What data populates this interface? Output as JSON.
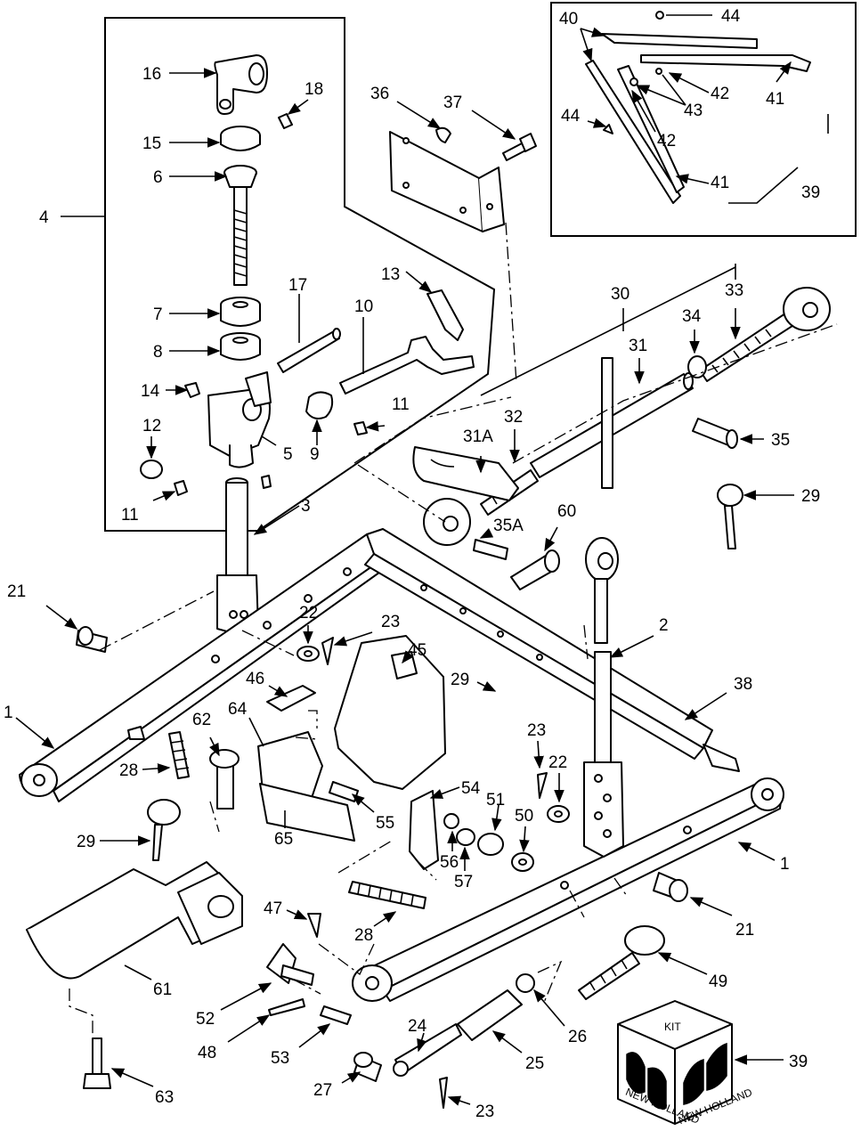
{
  "kit_box": {
    "kit_label": "KIT",
    "brand_left": "NEW HOLLAND",
    "brand_right": "NEW HOLLAND"
  },
  "callouts": [
    {
      "id": "c16",
      "text": "16"
    },
    {
      "id": "c18",
      "text": "18"
    },
    {
      "id": "c15",
      "text": "15"
    },
    {
      "id": "c6",
      "text": "6"
    },
    {
      "id": "c4",
      "text": "4"
    },
    {
      "id": "c7",
      "text": "7"
    },
    {
      "id": "c8",
      "text": "8"
    },
    {
      "id": "c17",
      "text": "17"
    },
    {
      "id": "c10",
      "text": "10"
    },
    {
      "id": "c13",
      "text": "13"
    },
    {
      "id": "c14",
      "text": "14"
    },
    {
      "id": "c12",
      "text": "12"
    },
    {
      "id": "c11a",
      "text": "11"
    },
    {
      "id": "c9",
      "text": "9"
    },
    {
      "id": "c5",
      "text": "5"
    },
    {
      "id": "c11b",
      "text": "11"
    },
    {
      "id": "c3",
      "text": "3"
    },
    {
      "id": "c36",
      "text": "36"
    },
    {
      "id": "c37",
      "text": "37"
    },
    {
      "id": "c40",
      "text": "40"
    },
    {
      "id": "c44a",
      "text": "44"
    },
    {
      "id": "c42a",
      "text": "42"
    },
    {
      "id": "c41a",
      "text": "41"
    },
    {
      "id": "c43",
      "text": "43"
    },
    {
      "id": "c44b",
      "text": "44"
    },
    {
      "id": "c42b",
      "text": "42"
    },
    {
      "id": "c41b",
      "text": "41"
    },
    {
      "id": "c39a",
      "text": "39"
    },
    {
      "id": "c30",
      "text": "30"
    },
    {
      "id": "c33",
      "text": "33"
    },
    {
      "id": "c34",
      "text": "34"
    },
    {
      "id": "c31",
      "text": "31"
    },
    {
      "id": "c32",
      "text": "32"
    },
    {
      "id": "c31A",
      "text": "31A"
    },
    {
      "id": "c35",
      "text": "35"
    },
    {
      "id": "c29a",
      "text": "29"
    },
    {
      "id": "c60",
      "text": "60"
    },
    {
      "id": "c35A",
      "text": "35A"
    },
    {
      "id": "c21a",
      "text": "21"
    },
    {
      "id": "c22a",
      "text": "22"
    },
    {
      "id": "c23a",
      "text": "23"
    },
    {
      "id": "c2",
      "text": "2"
    },
    {
      "id": "c45",
      "text": "45"
    },
    {
      "id": "c46",
      "text": "46"
    },
    {
      "id": "c29b",
      "text": "29"
    },
    {
      "id": "c38",
      "text": "38"
    },
    {
      "id": "c1a",
      "text": "1"
    },
    {
      "id": "c62",
      "text": "62"
    },
    {
      "id": "c64",
      "text": "64"
    },
    {
      "id": "c28a",
      "text": "28"
    },
    {
      "id": "c23b",
      "text": "23"
    },
    {
      "id": "c22b",
      "text": "22"
    },
    {
      "id": "c54",
      "text": "54"
    },
    {
      "id": "c51",
      "text": "51"
    },
    {
      "id": "c50",
      "text": "50"
    },
    {
      "id": "c29c",
      "text": "29"
    },
    {
      "id": "c55",
      "text": "55"
    },
    {
      "id": "c65",
      "text": "65"
    },
    {
      "id": "c56",
      "text": "56"
    },
    {
      "id": "c57",
      "text": "57"
    },
    {
      "id": "c1b",
      "text": "1"
    },
    {
      "id": "c28b",
      "text": "28"
    },
    {
      "id": "c21b",
      "text": "21"
    },
    {
      "id": "c47",
      "text": "47"
    },
    {
      "id": "c61",
      "text": "61"
    },
    {
      "id": "c49",
      "text": "49"
    },
    {
      "id": "c52",
      "text": "52"
    },
    {
      "id": "c26",
      "text": "26"
    },
    {
      "id": "c24",
      "text": "24"
    },
    {
      "id": "c48",
      "text": "48"
    },
    {
      "id": "c53",
      "text": "53"
    },
    {
      "id": "c25",
      "text": "25"
    },
    {
      "id": "c63",
      "text": "63"
    },
    {
      "id": "c27",
      "text": "27"
    },
    {
      "id": "c23c",
      "text": "23"
    },
    {
      "id": "c39b",
      "text": "39"
    }
  ]
}
